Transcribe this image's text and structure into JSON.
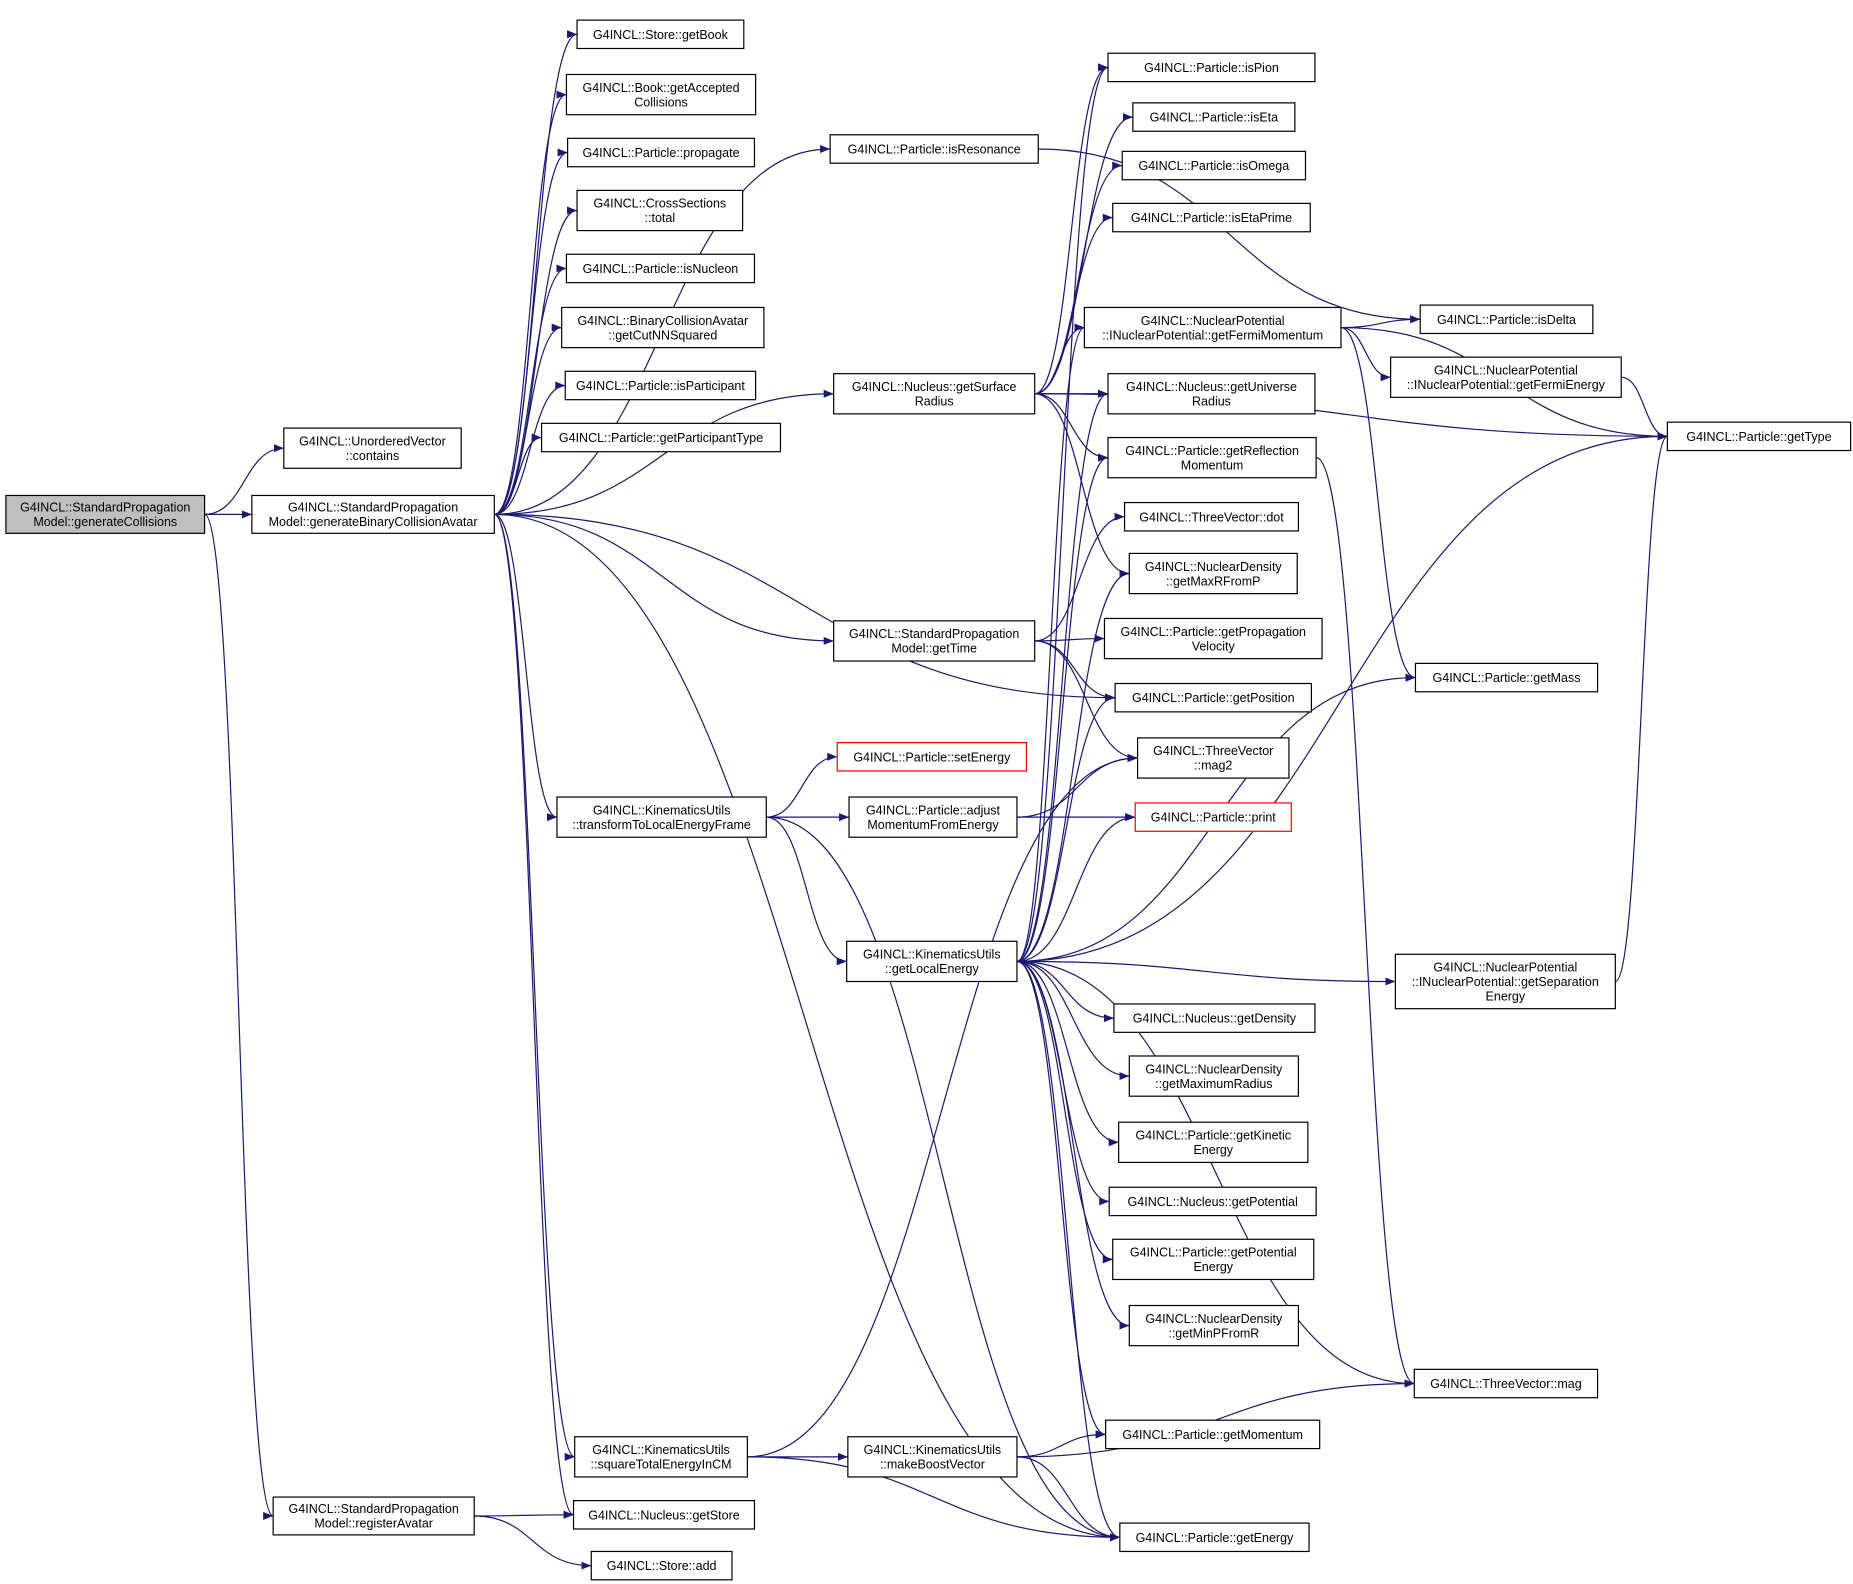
{
  "nodes": {
    "genCollisions": [
      "G4INCL::StandardPropagation",
      "Model::generateCollisions"
    ],
    "unorderedContains": [
      "G4INCL::UnorderedVector",
      "::contains"
    ],
    "genBinary": [
      "G4INCL::StandardPropagation",
      "Model::generateBinaryCollisionAvatar"
    ],
    "registerAvatar": [
      "G4INCL::StandardPropagation",
      "Model::registerAvatar"
    ],
    "storeGetBook": [
      "G4INCL::Store::getBook"
    ],
    "bookAccepted": [
      "G4INCL::Book::getAccepted",
      "Collisions"
    ],
    "propagate": [
      "G4INCL::Particle::propagate"
    ],
    "crossTotal": [
      "G4INCL::CrossSections",
      "::total"
    ],
    "isNucleon": [
      "G4INCL::Particle::isNucleon"
    ],
    "cutNN": [
      "G4INCL::BinaryCollisionAvatar",
      "::getCutNNSquared"
    ],
    "isParticipant": [
      "G4INCL::Particle::isParticipant"
    ],
    "participantType": [
      "G4INCL::Particle::getParticipantType"
    ],
    "isResonance": [
      "G4INCL::Particle::isResonance"
    ],
    "surfaceRadius": [
      "G4INCL::Nucleus::getSurface",
      "Radius"
    ],
    "getTime": [
      "G4INCL::StandardPropagation",
      "Model::getTime"
    ],
    "setEnergy": [
      "G4INCL::Particle::setEnergy"
    ],
    "adjustMomentum": [
      "G4INCL::Particle::adjust",
      "MomentumFromEnergy"
    ],
    "transformLocal": [
      "G4INCL::KinematicsUtils",
      "::transformToLocalEnergyFrame"
    ],
    "localEnergy": [
      "G4INCL::KinematicsUtils",
      "::getLocalEnergy"
    ],
    "squareTotal": [
      "G4INCL::KinematicsUtils",
      "::squareTotalEnergyInCM"
    ],
    "makeBoost": [
      "G4INCL::KinematicsUtils",
      "::makeBoostVector"
    ],
    "nucleusStore": [
      "G4INCL::Nucleus::getStore"
    ],
    "storeAdd": [
      "G4INCL::Store::add"
    ],
    "isPion": [
      "G4INCL::Particle::isPion"
    ],
    "isEta": [
      "G4INCL::Particle::isEta"
    ],
    "isOmega": [
      "G4INCL::Particle::isOmega"
    ],
    "isEtaPrime": [
      "G4INCL::Particle::isEtaPrime"
    ],
    "fermiMomentum": [
      "G4INCL::NuclearPotential",
      "::INuclearPotential::getFermiMomentum"
    ],
    "universeRadius": [
      "G4INCL::Nucleus::getUniverse",
      "Radius"
    ],
    "reflectionMomentum": [
      "G4INCL::Particle::getReflection",
      "Momentum"
    ],
    "threeDot": [
      "G4INCL::ThreeVector::dot"
    ],
    "maxRFromP": [
      "G4INCL::NuclearDensity",
      "::getMaxRFromP"
    ],
    "propagationVelocity": [
      "G4INCL::Particle::getPropagation",
      "Velocity"
    ],
    "getPosition": [
      "G4INCL::Particle::getPosition"
    ],
    "mag2": [
      "G4INCL::ThreeVector",
      "::mag2"
    ],
    "print": [
      "G4INCL::Particle::print"
    ],
    "getDensity": [
      "G4INCL::Nucleus::getDensity"
    ],
    "maximumRadius": [
      "G4INCL::NuclearDensity",
      "::getMaximumRadius"
    ],
    "kineticEnergy": [
      "G4INCL::Particle::getKinetic",
      "Energy"
    ],
    "nucleusPotential": [
      "G4INCL::Nucleus::getPotential"
    ],
    "potentialEnergy": [
      "G4INCL::Particle::getPotential",
      "Energy"
    ],
    "minPFromR": [
      "G4INCL::NuclearDensity",
      "::getMinPFromR"
    ],
    "getMomentum": [
      "G4INCL::Particle::getMomentum"
    ],
    "getEnergy": [
      "G4INCL::Particle::getEnergy"
    ],
    "isDelta": [
      "G4INCL::Particle::isDelta"
    ],
    "fermiEnergy": [
      "G4INCL::NuclearPotential",
      "::INuclearPotential::getFermiEnergy"
    ],
    "getMass": [
      "G4INCL::Particle::getMass"
    ],
    "separationEnergy": [
      "G4INCL::NuclearPotential",
      "::INuclearPotential::getSeparation",
      "Energy"
    ],
    "threeMag": [
      "G4INCL::ThreeVector::mag"
    ],
    "getType": [
      "G4INCL::Particle::getType"
    ]
  }
}
